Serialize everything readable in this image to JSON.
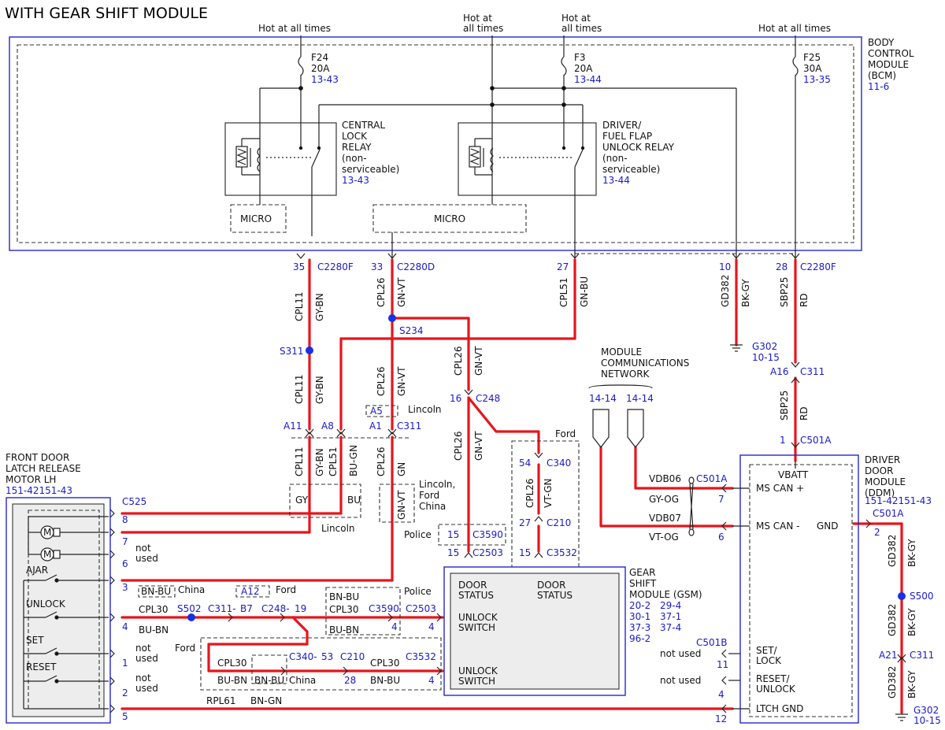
{
  "title": "WITH GEAR SHIFT MODULE",
  "hot": {
    "left": "Hot at all times",
    "mid1a": "Hot at",
    "mid1b": "all times",
    "mid2a": "Hot at",
    "mid2b": "all times",
    "right": "Hot at all times"
  },
  "bcm": {
    "l1": "BODY",
    "l2": "CONTROL",
    "l3": "MODULE",
    "l4": "(BCM)",
    "ref": "11-6",
    "f24": {
      "name": "F24",
      "amp": "20A",
      "ref": "13-43"
    },
    "f3": {
      "name": "F3",
      "amp": "20A",
      "ref": "13-44"
    },
    "f25": {
      "name": "F25",
      "amp": "30A",
      "ref": "13-35"
    },
    "relay1": {
      "l1": "CENTRAL",
      "l2": "LOCK",
      "l3": "RELAY",
      "l4": "(non-",
      "l5": "serviceable)",
      "ref": "13-43"
    },
    "relay2": {
      "l1": "DRIVER/",
      "l2": "FUEL FLAP",
      "l3": "UNLOCK RELAY",
      "l4": "(non-",
      "l5": "serviceable)",
      "ref": "13-44"
    },
    "micro1": "MICRO",
    "micro2": "MICRO"
  },
  "pins": {
    "p35": "35",
    "c2280f_a": "C2280F",
    "p33": "33",
    "c2280d": "C2280D",
    "p27": "27",
    "p10": "10",
    "p28": "28",
    "c2280f_b": "C2280F"
  },
  "circuits": {
    "cpl11": "CPL11",
    "gybn": "GY-BN",
    "cpl26": "CPL26",
    "gnvt": "GN-VT",
    "cpl51": "CPL51",
    "gnbu": "GN-BU",
    "gd382": "GD382",
    "bkgy": "BK-GY",
    "sbp25": "SBP25",
    "rd": "RD",
    "vtgn": "VT-GN",
    "gy": "GY",
    "bu": "BU",
    "bugn": "BU-GN",
    "gn": "GN",
    "cpl30": "CPL30",
    "bubn": "BU-BN",
    "bnbu": "BN-BU",
    "rpl61": "RPL61",
    "bngn": "BN-GN",
    "vdb06": "VDB06",
    "gyog": "GY-OG",
    "vdb07": "VDB07",
    "vtog": "VT-OG"
  },
  "splices": {
    "s234": "S234",
    "s311": "S311",
    "s502": "S502",
    "s500": "S500"
  },
  "grounds": {
    "g302a": "G302",
    "g302a_ref": "10-15",
    "g302b": "G302",
    "g302b_ref": "10-15"
  },
  "conn": {
    "a16": "A16",
    "c311": "C311",
    "p1": "1",
    "c501a": "C501A",
    "p16": "16",
    "c248": "C248",
    "a5": "A5",
    "lincoln": "Lincoln",
    "a11": "A11",
    "a8": "A8",
    "a1": "A1",
    "p54": "54",
    "c340": "C340",
    "p27b": "27",
    "c210": "C210",
    "p15a": "15",
    "c3590": "C3590",
    "p15b": "15",
    "c2503": "C2503",
    "p15c": "15",
    "c3532": "C3532",
    "ford": "Ford",
    "police": "Police",
    "lincford1": "Lincoln,",
    "lincford2": "Ford",
    "lincford3": "China",
    "lincoln2": "Lincoln",
    "p1414a": "14-14",
    "p1414b": "14-14",
    "c525": "C525",
    "bnbu_china": "BN-BU",
    "china": "China",
    "a12": "A12",
    "ford2": "Ford",
    "bnbu_police": "BN-BU",
    "police2": "Police",
    "c311b": "C311-",
    "b7": "B7",
    "c248b": "C248-",
    "p19": "19",
    "c3590b": "C3590",
    "c2503b": "C2503",
    "p4a": "4",
    "p4b": "4",
    "ford3": "Ford",
    "c340b": "C340-",
    "p53": "53",
    "c210b": "C210",
    "c3532b": "C3532",
    "p28b": "28",
    "p4c": "4",
    "china2": "China",
    "c501a_b": "C501A",
    "c501a_c": "C501A",
    "c501b": "C501B",
    "p7": "7",
    "p6": "6",
    "p2": "2",
    "p11": "11",
    "p4d": "4",
    "p12": "12",
    "a21": "A21",
    "c311c": "C311"
  },
  "mcn": {
    "l1": "MODULE",
    "l2": "COMMUNICATIONS",
    "l3": "NETWORK"
  },
  "latch": {
    "l1": "FRONT DOOR",
    "l2": "LATCH RELEASE",
    "l3": "MOTOR LH",
    "ref": "151-42151-43",
    "ajar": "AJAR",
    "unlock": "UNLOCK",
    "set": "SET",
    "reset": "RESET",
    "pin8": "8",
    "pin7": "7",
    "pin6": "6",
    "pin3": "3",
    "pin4": "4",
    "pin1": "1",
    "pin2": "2",
    "pin5": "5",
    "notused": "not",
    "used": "used"
  },
  "gsm": {
    "l1": "GEAR",
    "l2": "SHIFT",
    "l3": "MODULE (GSM)",
    "r1": "20-2",
    "r2": "29-4",
    "r3": "30-1",
    "r4": "37-1",
    "r5": "37-3",
    "r6": "37-4",
    "r7": "96-2",
    "ds1a": "DOOR",
    "ds1b": "STATUS",
    "ds2a": "DOOR",
    "ds2b": "STATUS",
    "us1a": "UNLOCK",
    "us1b": "SWITCH",
    "us2a": "UNLOCK",
    "us2b": "SWITCH"
  },
  "ddm": {
    "l1": "DRIVER",
    "l2": "DOOR",
    "l3": "MODULE",
    "l4": "(DDM)",
    "ref": "151-42151-43",
    "vbatt": "VBATT",
    "mscanp": "MS CAN +",
    "mscanm": "MS CAN -",
    "gnd": "GND",
    "set": "SET/",
    "lock": "LOCK",
    "reset": "RESET/",
    "unlock": "UNLOCK",
    "ltch": "LTCH GND",
    "nu1": "not used",
    "nu2": "not used"
  }
}
